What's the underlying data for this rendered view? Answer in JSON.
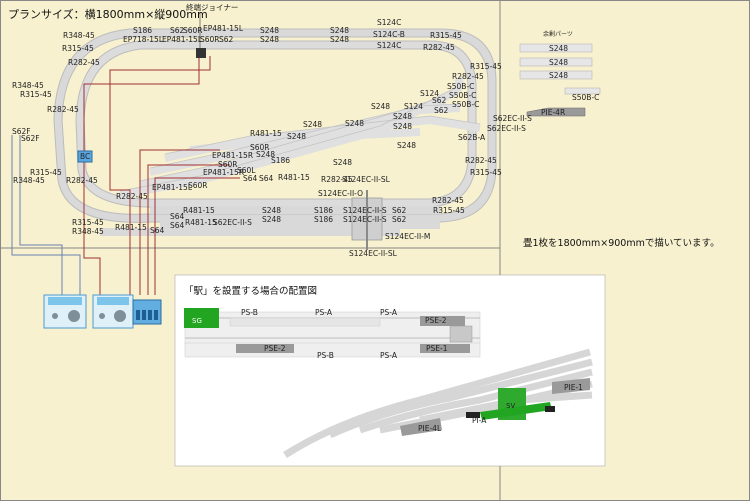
{
  "title": "プランサイズ：横1800mm×縦900mm",
  "note": "畳1枚を1800mm×900mmで描いています。",
  "inset_title": "「駅」を設置する場合の配置図",
  "spare_parts_label": "余剰パーツ",
  "feeder_label": "終端ジョイナー",
  "bc_label": "BC",
  "spare": {
    "s248a": "S248",
    "s248b": "S248",
    "s248c": "S248",
    "s50bc": "S50B-C",
    "pie4r": "PIE-4R"
  },
  "labels": {
    "r348_45_tl": "R348-45",
    "s186_top": "S186",
    "s62_top": "S62",
    "s60r_top": "S60R",
    "ep481_15l_top": "EP481-15L",
    "s248_t1": "S248",
    "s248_t2": "S248",
    "s124c_t": "S124C",
    "r315_45_tl": "R315-45",
    "ep718_15l": "EP718-15L",
    "ep481_15l_b": "EP481-15L",
    "s60r_b": "S60R",
    "s62_b": "S62",
    "s248_t3": "S248",
    "s248_t4": "S248",
    "s124cb": "S124C-B",
    "r315_45_tr": "R315-45",
    "r282_45_tl": "R282-45",
    "s124c_t2": "S124C",
    "r282_45_tr": "R282-45",
    "r315_45_r": "R315-45",
    "r282_45_r2": "R282-45",
    "s50bc_1": "S50B-C",
    "s124_1": "S124",
    "s50bc_2": "S50B-C",
    "s62_r1": "S62",
    "s50bc_3": "S50B-C",
    "s248_m1": "S248",
    "s124_2": "S124",
    "s248_m2": "S248",
    "s62_r2": "S62",
    "s62bc": "S62EC-II-S",
    "r348_45_l": "R348-45",
    "r315_45_l": "R315-45",
    "r282_45_l": "R282-45",
    "s62f_1": "S62F",
    "s62f_2": "S62F",
    "r481_15": "R481-15",
    "s248_m3": "S248",
    "s248_m4": "S248",
    "s248_m5": "S248",
    "s62ba": "S62B-A",
    "s62ec_r2": "S62EC-II-S",
    "s60r_m": "S60R",
    "ep481_15r_m": "EP481-15R",
    "s248_m6": "S248",
    "s186_m": "S186",
    "s248_m7": "S248",
    "s248_m8": "S248",
    "r282_45_m": "R282-45",
    "s60r_m2": "S60R",
    "s60l": "S60L",
    "ep481_15r_2": "EP481-15R",
    "s64_1": "S64",
    "s64_2": "S64",
    "r481_15_m": "R481-15",
    "s248_m9": "S248",
    "r282_45_r3": "R282-45",
    "r315_45_r3": "R315-45",
    "r315_45_l2": "R315-45",
    "r348_45_l2": "R348-45",
    "r282_45_l2": "R282-45",
    "ep481_15l_m": "EP481-15L",
    "s60r_m3": "S60R",
    "r282_45_bl": "R282-45",
    "s124ec_o": "S124EC-II-O",
    "s124ec_sl": "S124EC-II-SL",
    "r481_15_b1": "R481-15",
    "s64_b1": "S64",
    "s248_b1": "S248",
    "s186_b1": "S186",
    "s124ec_s1": "S124EC-II-S",
    "s62_b1": "S62",
    "r282_45_br": "R282-45",
    "r481_15_b2": "R481-15",
    "s64_b2": "S64",
    "s62ec_b": "S62EC-II-S",
    "s248_b2": "S248",
    "s186_b2": "S186",
    "s124ec_s2": "S124EC-II-S",
    "s62_b2": "S62",
    "r315_45_br": "R315-45",
    "r315_45_bl": "R315-45",
    "r348_45_bl": "R348-45",
    "r481_15_bl": "R481-15",
    "s64_bl": "S64",
    "s124ec_m": "S124EC-II-M",
    "s124ec_sl2": "S124EC-II-SL"
  },
  "inset": {
    "sg": "SG",
    "ps_b_top": "PS-B",
    "ps_a_top1": "PS-A",
    "ps_a_top2": "PS-A",
    "pse2_top": "PSE-2",
    "pse2_bot": "PSE-2",
    "pse1_bot": "PSE-1",
    "ps_b_bot": "PS-B",
    "ps_a_bot": "PS-A",
    "sv": "SV",
    "pi_a": "PI-A",
    "pie4l": "PIE-4L",
    "pie1": "PIE-1"
  }
}
